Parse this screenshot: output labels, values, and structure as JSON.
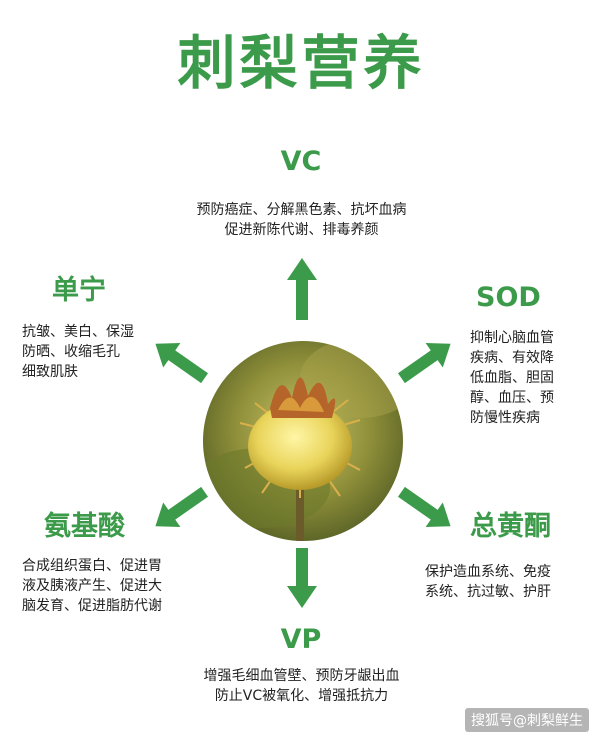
{
  "title": "刺梨营养",
  "colors": {
    "green": "#3c9b4a",
    "text": "#222222"
  },
  "center_image": {
    "description_icon": "chestnut-rose-fruit-photo"
  },
  "nodes": {
    "vc": {
      "heading": "VC",
      "lines": [
        "预防癌症、分解黑色素、抗坏血病",
        "促进新陈代谢、排毒养颜"
      ]
    },
    "tannin": {
      "heading": "单宁",
      "lines": [
        "抗皱、美白、保湿",
        "防晒、收缩毛孔",
        "细致肌肤"
      ]
    },
    "sod": {
      "heading": "SOD",
      "lines": [
        "抑制心脑血管",
        "疾病、有效降",
        "低血脂、胆固",
        "醇、血压、预",
        "防慢性疾病"
      ]
    },
    "amino": {
      "heading": "氨基酸",
      "lines": [
        "合成组织蛋白、促进胃",
        "液及胰液产生、促进大",
        "脑发育、促进脂肪代谢"
      ]
    },
    "flavone": {
      "heading": "总黄酮",
      "lines": [
        "保护造血系统、免疫",
        "系统、抗过敏、护肝"
      ]
    },
    "vp": {
      "heading": "VP",
      "lines": [
        "增强毛细血管壁、预防牙龈出血",
        "防止VC被氧化、增强抵抗力"
      ]
    }
  },
  "watermark": "搜狐号@刺梨鲜生"
}
